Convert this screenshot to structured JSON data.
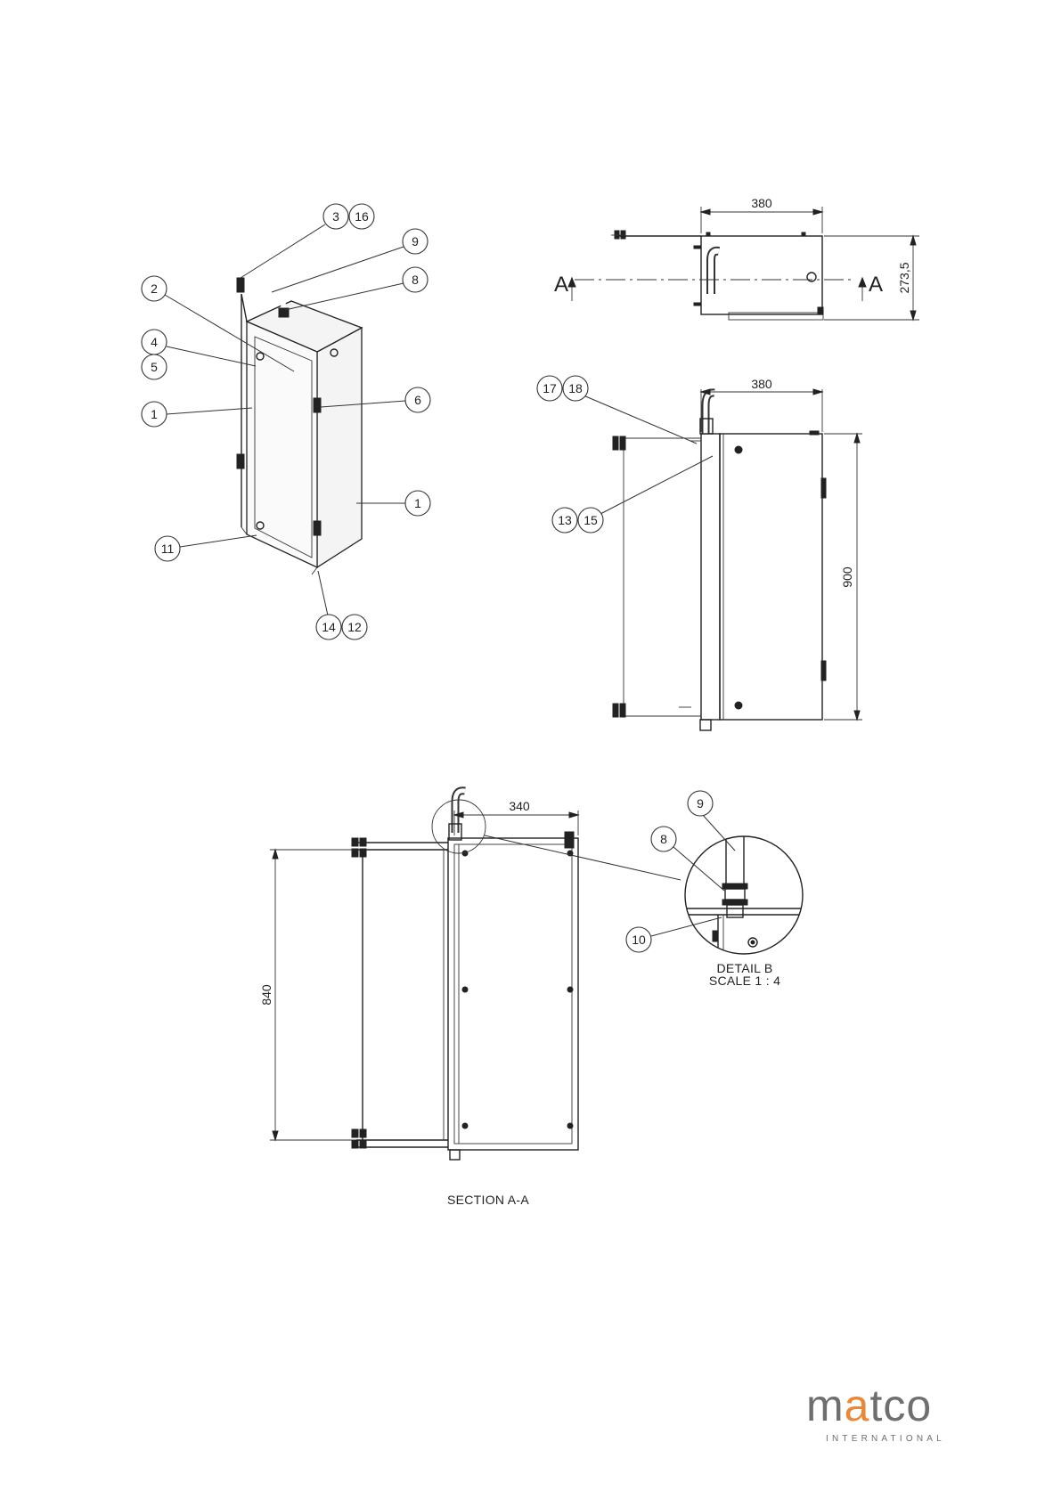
{
  "views": {
    "isometric": {
      "balloons": [
        "3",
        "16",
        "9",
        "8",
        "2",
        "4",
        "5",
        "1",
        "6",
        "1",
        "11",
        "14",
        "12"
      ]
    },
    "top": {
      "dimension_width": "380",
      "dimension_height": "273,5",
      "section_marker_left": "A",
      "section_marker_right": "A"
    },
    "front": {
      "dimension_width": "380",
      "dimension_height": "900",
      "balloons": [
        "17",
        "18",
        "13",
        "15"
      ]
    },
    "section": {
      "dimension_width": "340",
      "dimension_height": "840",
      "label": "SECTION A-A"
    },
    "detail": {
      "balloons": [
        "9",
        "8",
        "10"
      ],
      "label_line1": "DETAIL B",
      "label_line2": "SCALE 1 : 4"
    }
  },
  "logo": {
    "word_pre": "m",
    "word_accent": "a",
    "word_post": "tco",
    "subtitle": "INTERNATIONAL",
    "word_color": "#6f6f6f",
    "accent_color": "#e8893a"
  }
}
